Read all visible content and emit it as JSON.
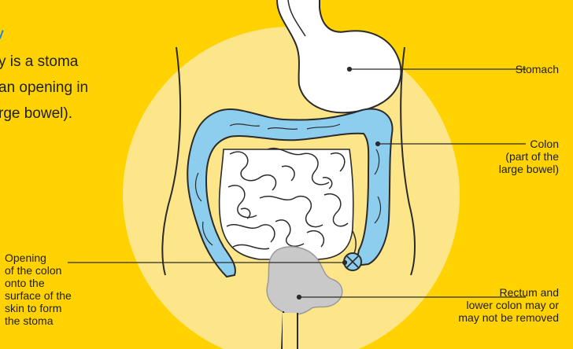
{
  "intro": {
    "mark": "y",
    "lines": [
      "y is a stoma",
      "an opening in",
      "rge bowel)."
    ]
  },
  "labels": {
    "stomach": [
      "Stomach"
    ],
    "colon": [
      "Colon",
      "(part of the",
      "large bowel)"
    ],
    "opening": [
      "Opening",
      "of the colon",
      "onto the",
      "surface of the",
      "skin to form",
      "the stoma"
    ],
    "rectum": [
      "Rectum and",
      "lower colon may or",
      "may not be removed"
    ]
  },
  "colors": {
    "background": "#FFD200",
    "circle": "#FDE68A",
    "colon": "#8DCDEE",
    "rectum": "#C9C9C9",
    "outline": "#2b2b2b"
  }
}
